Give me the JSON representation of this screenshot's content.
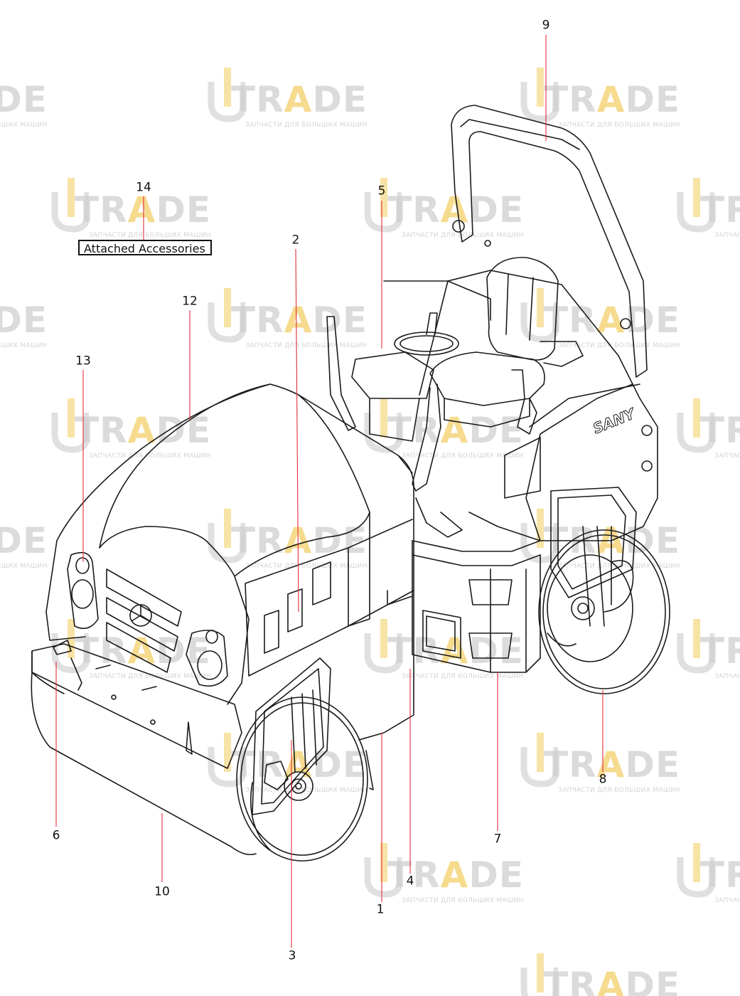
{
  "callouts": [
    {
      "id": "1",
      "label": "1"
    },
    {
      "id": "2",
      "label": "2"
    },
    {
      "id": "3",
      "label": "3"
    },
    {
      "id": "4",
      "label": "4"
    },
    {
      "id": "5",
      "label": "5"
    },
    {
      "id": "6",
      "label": "6"
    },
    {
      "id": "7",
      "label": "7"
    },
    {
      "id": "8",
      "label": "8"
    },
    {
      "id": "9",
      "label": "9"
    },
    {
      "id": "10",
      "label": "10"
    },
    {
      "id": "12",
      "label": "12"
    },
    {
      "id": "13",
      "label": "13"
    },
    {
      "id": "14",
      "label": "14"
    }
  ],
  "accessories_label": "Attached Accessories",
  "machine_brand": "SANY",
  "watermark": {
    "brand_prefix": "U",
    "brand_mid": "TR",
    "brand_accent": "A",
    "brand_suffix": "DE",
    "tagline": "ЗАПЧАСТИ ДЛЯ БОЛЬШИХ МАШИН"
  },
  "colors": {
    "leader_line": "#e0303a",
    "outline": "#1a1a1a",
    "watermark_gray": "#cfcfcf",
    "watermark_accent": "#f3d06a"
  }
}
